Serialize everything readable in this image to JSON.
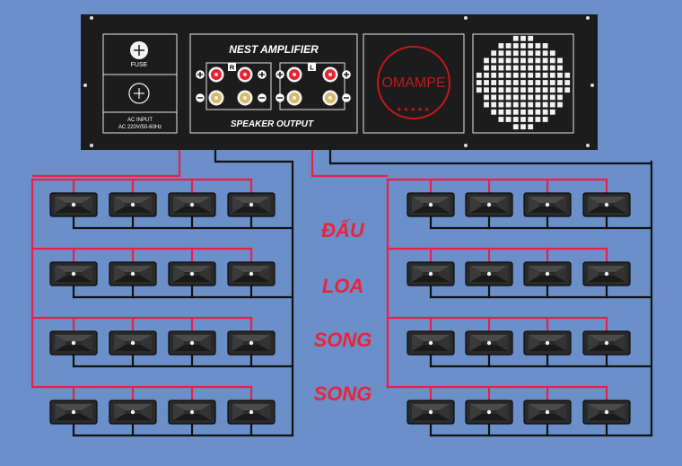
{
  "colors": {
    "background": "#6b8fc9",
    "panel": "#1c1c1c",
    "panel_border": "#e6e6e6",
    "plus_wire": "#e8204a",
    "minus_wire": "#111111",
    "terminal_red": "#e8232f",
    "terminal_gold": "#d9b86a",
    "brand_red": "#c8161d",
    "caption_red": "#e8243a",
    "speaker_body": "#2a2a2a"
  },
  "amplifier": {
    "fuse_label": "FUSE",
    "ac_input_line1": "AC INPUT",
    "ac_input_line2": "AC 220V/50-60Hz",
    "title": "NEST AMPLIFIER",
    "output_label": "SPEAKER OUTPUT",
    "channel_right": "R",
    "channel_left": "L",
    "plus_symbol": "+",
    "minus_symbol": "−",
    "brand": "OMAMPE",
    "brand_stars": "★★★★★"
  },
  "caption": {
    "lines": [
      "ĐẤU",
      "LOA",
      "SONG",
      "SONG"
    ]
  },
  "speaker_grid": {
    "groups": [
      "left",
      "right"
    ],
    "rows_per_group": 4,
    "speakers_per_row": 4
  }
}
